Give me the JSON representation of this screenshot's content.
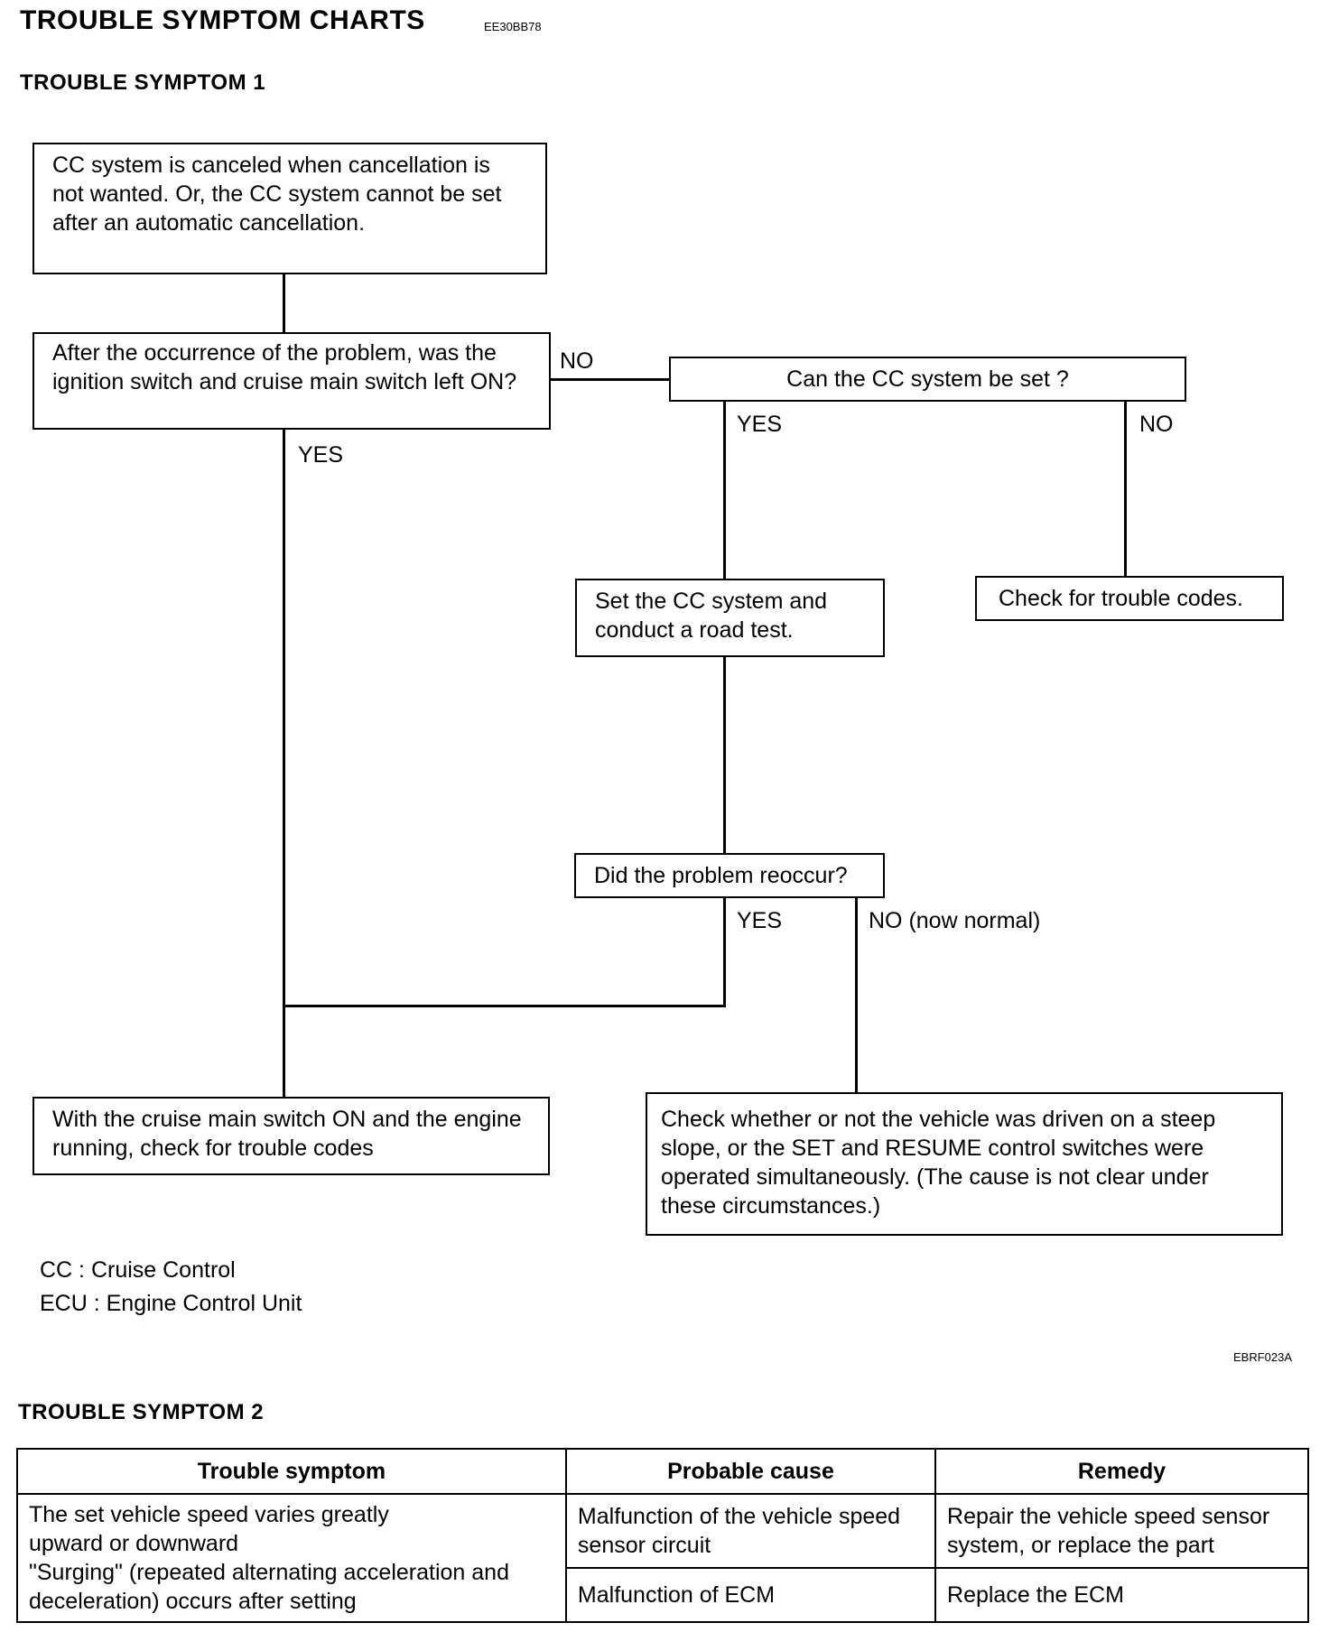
{
  "header": {
    "title": "TROUBLE SYMPTOM CHARTS",
    "code": "EE30BB78"
  },
  "symptom1": {
    "heading": "TROUBLE SYMPTOM 1",
    "boxes": {
      "start": "CC system is canceled when cancellation is not wanted. Or, the CC system cannot be set after an automatic cancellation.",
      "ignition_question": "After the occurrence of the problem, was the ignition switch and cruise main switch left ON?",
      "can_set_question": "Can the CC system be set ?",
      "set_and_test": "Set the CC system and conduct a road test.",
      "check_codes": "Check for trouble codes.",
      "reoccur_question": "Did the problem reoccur?",
      "check_with_engine": "With the cruise main switch ON and the engine running, check for trouble codes",
      "check_slope": "Check whether or not the vehicle was driven on a steep slope, or the SET and RESUME control switches were operated simultaneously. (The cause is not clear under these circumstances.)"
    },
    "labels": {
      "no_1": "NO",
      "yes_1": "YES",
      "yes_2": "YES",
      "no_2": "NO",
      "yes_3": "YES",
      "no_now_normal": "NO (now normal)"
    },
    "abbreviations": [
      "CC : Cruise Control",
      "ECU : Engine Control Unit"
    ],
    "figure_code": "EBRF023A"
  },
  "symptom2": {
    "heading": "TROUBLE SYMPTOM 2",
    "columns": [
      "Trouble symptom",
      "Probable cause",
      "Remedy"
    ],
    "symptom_lines": [
      "The set vehicle speed varies greatly upward or downward",
      "\"Surging\" (repeated alternating acceleration and deceleration) occurs after setting"
    ],
    "rows": [
      {
        "cause": "Malfunction of the vehicle speed sensor circuit",
        "remedy": "Repair the vehicle speed sensor system, or replace the part"
      },
      {
        "cause": "Malfunction of ECM",
        "remedy": "Replace the ECM"
      }
    ]
  }
}
